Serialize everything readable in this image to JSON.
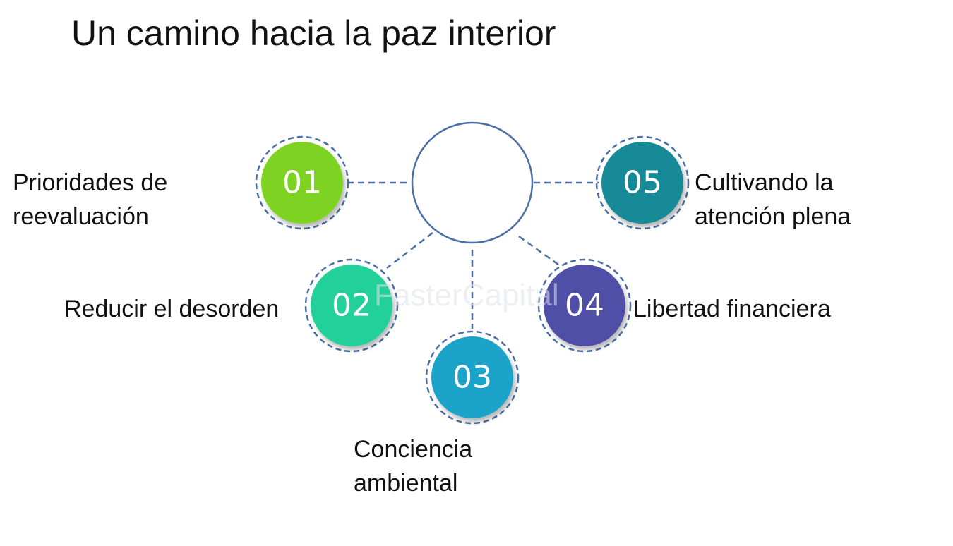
{
  "title": "Un camino hacia la paz interior",
  "watermark": "FasterCapital",
  "center_node": {
    "label": ""
  },
  "nodes": [
    {
      "number": "01",
      "label_lines": [
        "Prioridades de",
        "reevaluación"
      ],
      "color": "#7ed321"
    },
    {
      "number": "02",
      "label_lines": [
        "Reducir el desorden"
      ],
      "color": "#20d19a"
    },
    {
      "number": "03",
      "label_lines": [
        "Conciencia",
        "ambiental"
      ],
      "color": "#1aa3c9"
    },
    {
      "number": "04",
      "label_lines": [
        "Libertad financiera"
      ],
      "color": "#5050a8"
    },
    {
      "number": "05",
      "label_lines": [
        "Cultivando la",
        "atención plena"
      ],
      "color": "#138a96"
    }
  ],
  "colors": {
    "connector": "#4a6fa5",
    "center_stroke": "#4a6fa5",
    "dashed_ring": "#4a6fa5",
    "text": "#111111"
  }
}
